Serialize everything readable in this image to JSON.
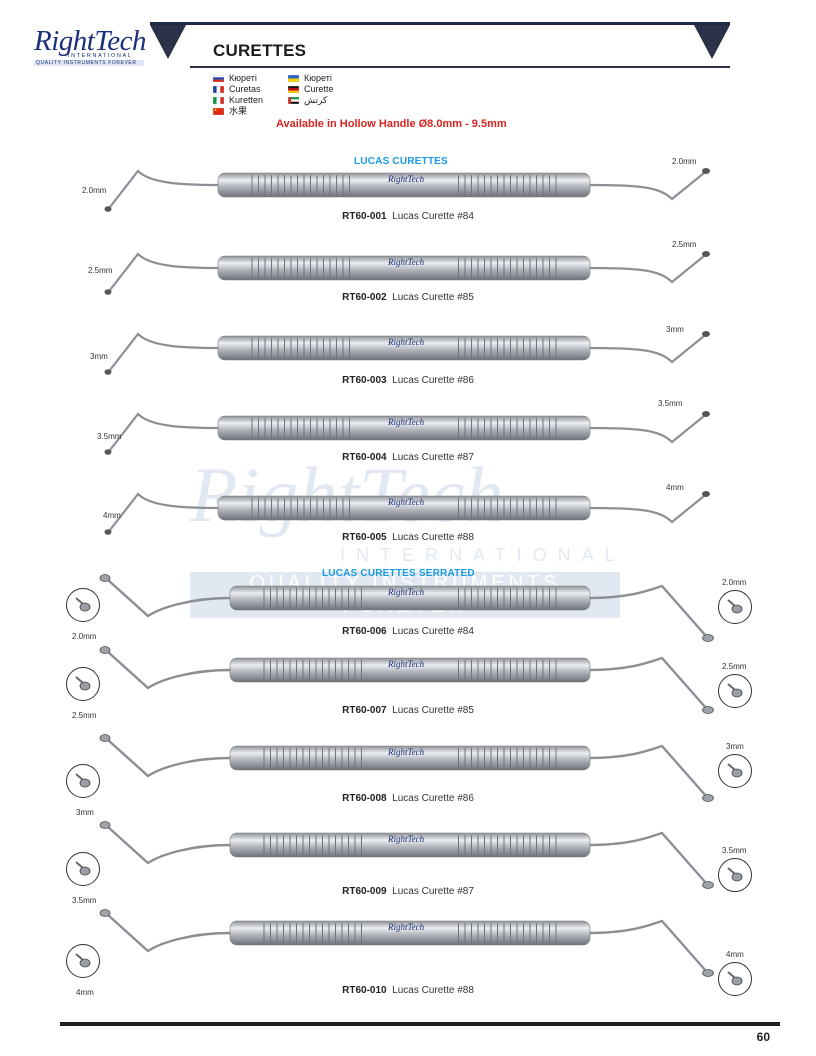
{
  "brand": {
    "name": "RightTech",
    "sub": "INTERNATIONAL",
    "tagline": "QUALITY INSTRUMENTS FOREVER"
  },
  "page": {
    "title": "CURETTES",
    "availability": "Available in Hollow Handle  Ø8.0mm - 9.5mm",
    "number": "60"
  },
  "languages": [
    {
      "flag": "ru",
      "text": "Кюреті"
    },
    {
      "flag": "ua",
      "text": "Кюреті"
    },
    {
      "flag": "fr",
      "text": "Curetas"
    },
    {
      "flag": "de",
      "text": "Curette"
    },
    {
      "flag": "it",
      "text": "Kuretten"
    },
    {
      "flag": "ae",
      "text": "كرتش"
    },
    {
      "flag": "cn",
      "text": "水果"
    }
  ],
  "flag_colors": {
    "ru": [
      "#ffffff",
      "#1c3faa",
      "#d52b1e"
    ],
    "ua": [
      "#2a64c4",
      "#f6d300"
    ],
    "fr": [
      "#1c3faa",
      "#ffffff",
      "#d52b1e"
    ],
    "de": [
      "#111111",
      "#d00000",
      "#ffce00"
    ],
    "it": [
      "#119447",
      "#ffffff",
      "#d22f27"
    ],
    "ae": [
      "#119447",
      "#ffffff",
      "#111111",
      "#d22f27"
    ],
    "cn": [
      "#de2910",
      "#ffde00"
    ]
  },
  "sections": {
    "lucas": "LUCAS CURETTES",
    "serrated": "LUCAS CURETTES SERRATED"
  },
  "handle_brand": "RightTech",
  "instruments": [
    {
      "code": "RT60-001",
      "name": "Lucas Curette #84",
      "size": "2.0mm"
    },
    {
      "code": "RT60-002",
      "name": "Lucas Curette #85",
      "size": "2.5mm"
    },
    {
      "code": "RT60-003",
      "name": "Lucas Curette #86",
      "size": "3mm"
    },
    {
      "code": "RT60-004",
      "name": "Lucas Curette #87",
      "size": "3.5mm"
    },
    {
      "code": "RT60-005",
      "name": "Lucas Curette #88",
      "size": "4mm"
    },
    {
      "code": "RT60-006",
      "name": "Lucas Curette #84",
      "size": "2.0mm"
    },
    {
      "code": "RT60-007",
      "name": "Lucas Curette #85",
      "size": "2.5mm"
    },
    {
      "code": "RT60-008",
      "name": "Lucas Curette #86",
      "size": "3mm"
    },
    {
      "code": "RT60-009",
      "name": "Lucas Curette #87",
      "size": "3.5mm"
    },
    {
      "code": "RT60-010",
      "name": "Lucas Curette #88",
      "size": "4mm"
    }
  ],
  "colors": {
    "accent_red": "#d7241f",
    "section_blue": "#1a9be0",
    "navy": "#2b3247",
    "steel": "#a9adb3"
  }
}
